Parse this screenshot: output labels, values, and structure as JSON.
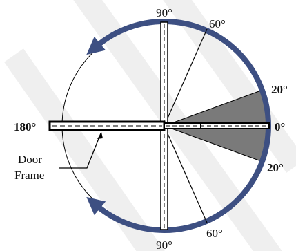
{
  "colors": {
    "arc": "#3d4f82",
    "wedge": "#7a7a7a",
    "watermark": "#ececec",
    "line": "#000000",
    "door_fill": "#ffffff"
  },
  "labels": {
    "top_90": "90°",
    "top_60": "60°",
    "right_upper_20": "20°",
    "right_0": "0°",
    "right_lower_20": "20°",
    "bottom_60": "60°",
    "bottom_90": "90°",
    "left_180": "180°",
    "door_frame_line1": "Door",
    "door_frame_line2": "Frame"
  },
  "icons": {
    "upper_arrow": "curved-arrow-counterclockwise-icon",
    "lower_arrow": "curved-arrow-clockwise-icon"
  }
}
